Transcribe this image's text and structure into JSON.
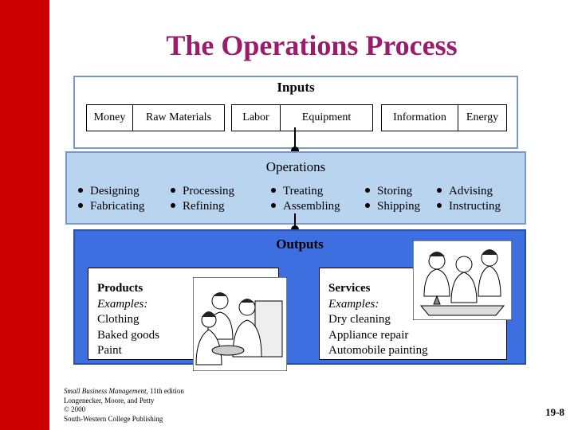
{
  "title": "The Operations Process",
  "accent_color": "#cc0000",
  "title_color": "#9b1c6a",
  "inputs": {
    "label": "Inputs",
    "items": [
      "Money",
      "Raw Materials",
      "Labor",
      "Equipment",
      "Information",
      "Energy"
    ]
  },
  "operations": {
    "label": "Operations",
    "items": [
      "Designing",
      "Fabricating",
      "Processing",
      "Refining",
      "Treating",
      "Assembling",
      "Storing",
      "Shipping",
      "Advising",
      "Instructing"
    ]
  },
  "outputs": {
    "label": "Outputs",
    "products": {
      "heading": "Products",
      "examples_label": "Examples:",
      "examples": [
        "Clothing",
        "Baked goods",
        "Paint"
      ]
    },
    "services": {
      "heading": "Services",
      "examples_label": "Examples:",
      "examples": [
        "Dry cleaning",
        "Appliance repair",
        "Automobile painting"
      ]
    }
  },
  "footer": {
    "book_title": "Small Business Management",
    "edition": ", 11th edition",
    "authors": "Longenecker, Moore, and Petty",
    "copyright": "© 2000",
    "publisher": "South-Western College Publishing"
  },
  "slide_number": "19-8"
}
